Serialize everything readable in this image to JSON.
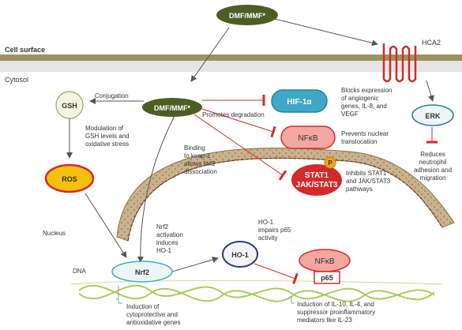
{
  "labels": {
    "dmf_top": "DMF/MMF*",
    "dmf_mid": "DMF/MMF*",
    "cell_surface": "Cell surface",
    "cytosol": "Cytosol",
    "hca2": "HCA2",
    "erk": "ERK",
    "gsh": "GSH",
    "ros": "ROS",
    "hif": "HIF-1α",
    "nfkb_top": "NFκB",
    "stat1": "STAT1",
    "jakstat3": "JAK/STAT3",
    "p_badge": "P",
    "nucleus": "Nucleus",
    "dna": "DNA",
    "nrf2": "Nrf2",
    "ho1": "HO-1",
    "nfkb_bottom": "NFκB",
    "p65": "p65"
  },
  "annotations": {
    "conjugation": "Conjugation",
    "promotes_degradation": "Promotes degradation",
    "modulation": [
      "Modulation of",
      "GSH levels and",
      "oxidative stress"
    ],
    "binding": [
      "Binding",
      "to keap-1",
      "allows Nrf2",
      "dissociation"
    ],
    "blocks": [
      "Blocks expression",
      "of angiogenic",
      "genes, IL-8, and",
      "VEGF"
    ],
    "prevents": [
      "Prevents nuclear",
      "translocation"
    ],
    "inhibits": [
      "Inhibits STAT1",
      "and JAK/STAT3",
      "pathways"
    ],
    "reduces": [
      "Reduces",
      "neutrophil",
      "adhesion and",
      "migration"
    ],
    "nrf2_activation": [
      "Nrf2",
      "activation",
      "induces",
      "HO-1"
    ],
    "ho1_impairs": [
      "HO-1",
      "impairs p65",
      "activity"
    ],
    "induction_cyto": [
      "Induction of",
      "cytoprotective and",
      "antioxidative genes"
    ],
    "induction_il": [
      "Induction of IL-10, IL-4, and",
      "suppressor proinflammatory",
      "mediators like IL-23"
    ]
  },
  "colors": {
    "dmf_fill": "#4c5e23",
    "membrane": "#9e9360",
    "inhibit_red": "#d42a2a",
    "hif_fill": "#3fa8c7",
    "nfkb_fill": "#f4a7a0",
    "stat_fill": "#d42a2a",
    "p_fill": "#f1a21e",
    "ros_fill": "#f4c10f",
    "gsh_fill": "#f3f5e2",
    "erk_fill": "#eef5f5",
    "ho1_fill": "#f4f4f8",
    "nucleus": "#b59a6e",
    "dna": "#a8cc5a"
  }
}
